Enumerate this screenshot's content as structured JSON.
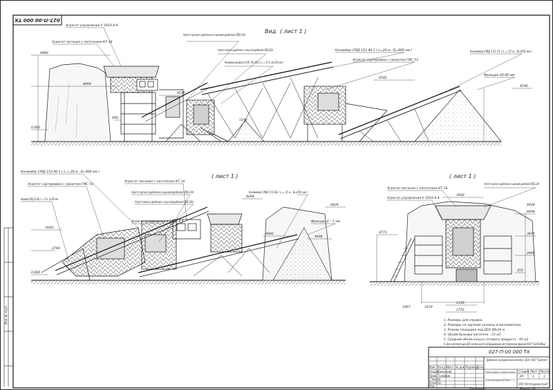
{
  "stamp_code": "027-П-00 000 ТХ",
  "view_top": {
    "title": "Вид",
    "sheet_ref": "( лист 1 )",
    "labels": {
      "control_unit": "Агрегат управления У 1810.4.4",
      "feed_unit": "Агрегат питания с питателем КТ-16",
      "coarse_crush": "Агрегат крупного дробления со щековой дробилкой СМД-118А",
      "fine_crush": "Агрегат мелкого дробления с конусной дробилкой СМД-120А",
      "conveyor_return": "Конвейер возврата КЛС ТЕ1-60.1 ( L = 15 м ,B=650 мм )",
      "conveyor_main": "Конвейер СМД 152-40.1 ( L=20 м , В=800 мм )",
      "sort_unit": "Агрегат сортировки с грохотом ГИС-53",
      "conveyor_right": "Конвейер СМД 151-15 ( L = 15 м , B=650 мм )",
      "fraction": "Фракция 20-40 мм"
    },
    "dims": [
      "9480",
      "4990",
      "4536",
      "990",
      "0.000",
      "5190",
      "6542",
      "4596"
    ]
  },
  "view_bl": {
    "sheet_ref": "( лист 1 )",
    "labels": {
      "conveyor_top": "Конвейер СМД 152-40.1 ( L = 20 м , B=800 мм )",
      "sort_unit": "Агрегат сортировки с грохотом ГИС-53",
      "feed_unit": "Агрегат питания с питателем КТ-16",
      "coarse_crush": "Агрегат крупного дробления со щековой дробилкой СМД-118А",
      "fine_crush": "Агрегат мелкого дробления с конусной дробилкой СМД-120А",
      "control_unit": "Агрегат управления У 1810.4.4",
      "conveyor_left": "Конвейер СМД 151-6Б ( L = 15 м , B=650 мм )",
      "conveyor_right": "Конвейер СМД 151-6Б ( L = 15 м , B=650 мм )",
      "fraction": "Фракция 0 – 5 мм"
    },
    "dims": [
      "8294",
      "8428",
      "6043",
      "2740",
      "0.000",
      "4990",
      "4498"
    ]
  },
  "view_br": {
    "sheet_ref": "( лист 1 )",
    "labels": {
      "feed_unit": "Агрегат питания с питателем КТ-16",
      "control_unit": "Агрегат управления У 1810.4.4",
      "coarse_crush": "Агрегат крупного дробления со щековой дробилкой СМД-118А"
    },
    "dims": [
      "3600",
      "8428",
      "8998",
      "4773",
      "3870",
      "2480",
      "1967",
      "1670",
      "1330",
      "1752",
      "250"
    ]
  },
  "notes": [
    "1. Размеры для справок.",
    "2. Размеры на чертеже указаны в миллиметрах.",
    "3. Размер площадки под ДСК 48х16 м",
    "4. Объём бункера питателя – 15 м3",
    "5. Средний объём конуса готового продукта – 95 м3",
    "6. Для комплектации ДСК используется оборудование изготовленное фирмой ООО \"СамТехМаш\""
  ],
  "title_block": {
    "code": "027-П-00 000 ТХ",
    "project": "Дробильно-сортировочный комплекс ( ДСК ) ООО \"Трилогия\"",
    "sheet_name": "Строительство дробильно- сортировочного комплекса",
    "drawing_name": "План расположения оборудования ДСК (Разрезы 4 – 4 , 5 – 5 )",
    "org": "ООО \"Интеграроекстрой\"",
    "stage_h": "Стадия",
    "sheet_h": "Лист",
    "sheets_h": "Листов",
    "stage": "РП",
    "sheet": "3",
    "sheets": "3",
    "format": "Формат А3",
    "copied": "Копировал",
    "cols": [
      "Изм.",
      "Кол.уч.",
      "Лист",
      "№ док.",
      "Подпись",
      "Дата"
    ],
    "roles": [
      "Разраб.",
      "Пров.",
      "Т.контр.",
      "Н.контр.",
      "Утв."
    ],
    "names": [
      "Самсонов",
      "Тычинов",
      "",
      "",
      ""
    ]
  },
  "side_tag": "Инв. № подл."
}
